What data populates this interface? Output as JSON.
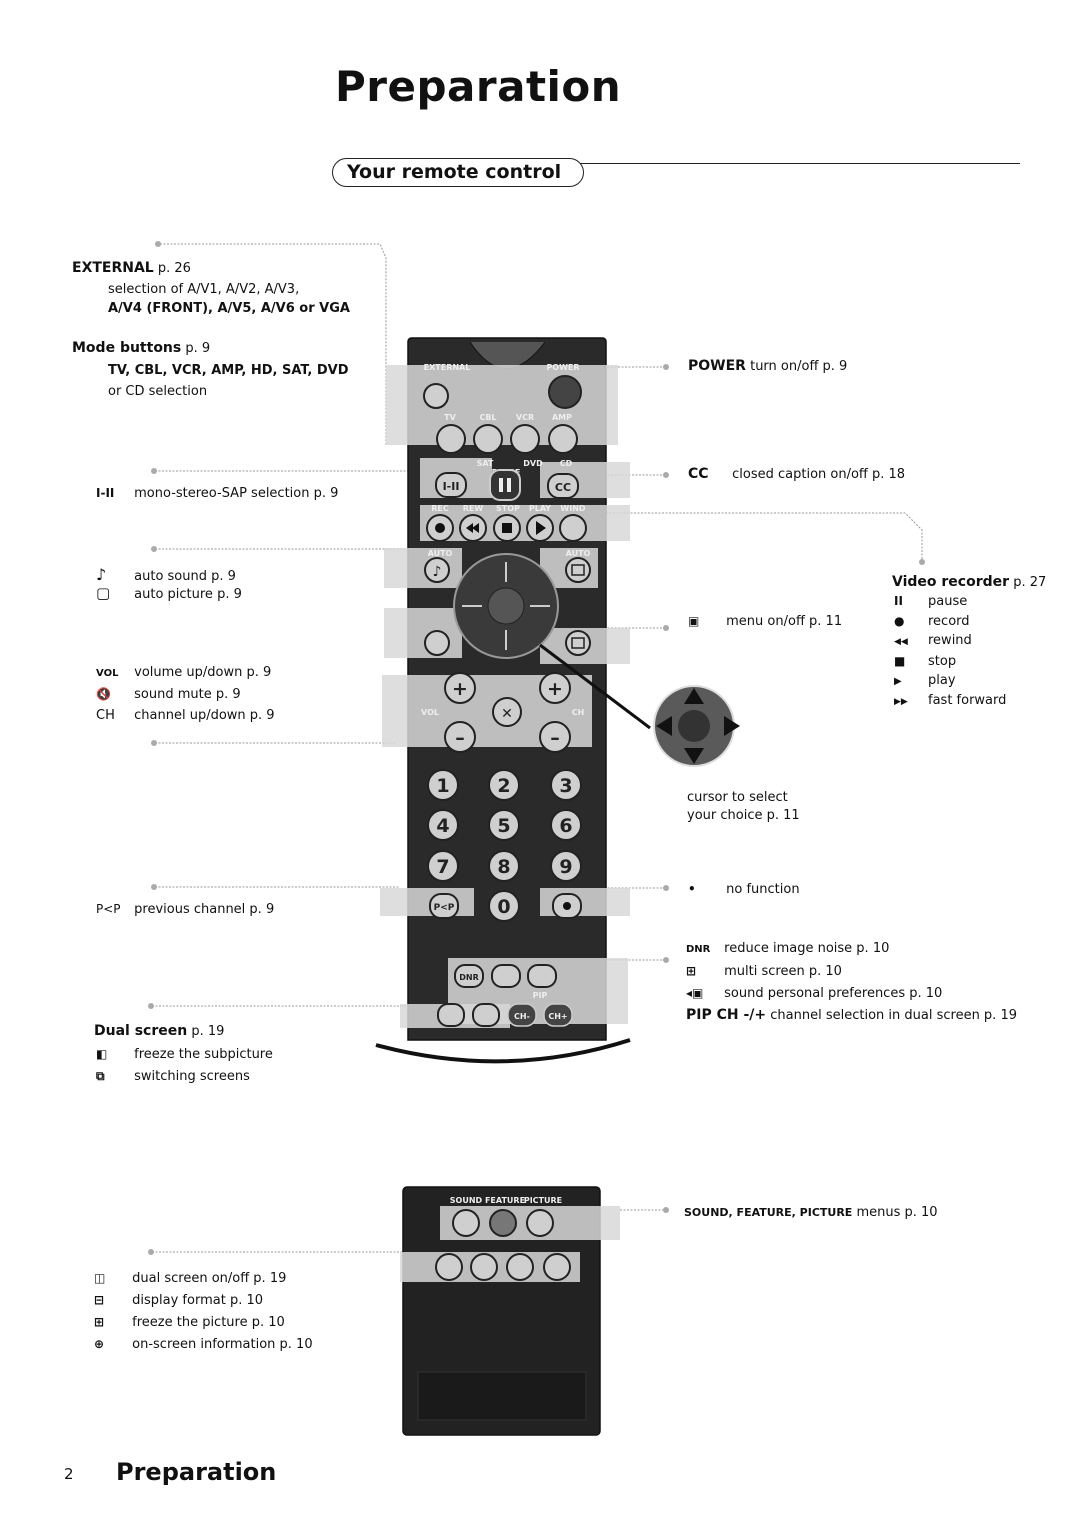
{
  "page_title": "Preparation",
  "section_title": "Your remote control",
  "left": {
    "external_head": "EXTERNAL",
    "external_page": "p. 26",
    "external_sel1": "selection of A/V1, A/V2, A/V3,",
    "external_sel2": "A/V4 (FRONT), A/V5, A/V6 or VGA",
    "mode_head": "Mode buttons",
    "mode_page": "p. 9",
    "mode_list": "TV, CBL, VCR, AMP, HD, SAT, DVD",
    "mode_sel": "or CD selection",
    "iii_sym": "I-II",
    "iii_text": "mono-stereo-SAP selection  p. 9",
    "auto_sound_sym": "♪",
    "auto_sound_text": "auto sound   p. 9",
    "auto_picture_sym": "▢",
    "auto_picture_text": "auto picture   p. 9",
    "vol_sym": "VOL",
    "vol_text": "volume up/down    p. 9",
    "mute_sym": "🔇",
    "mute_text": "sound mute    p. 9",
    "ch_sym": "CH",
    "ch_text": "channel up/down   p. 9",
    "pp_sym": "P<P",
    "pp_text": "previous channel    p. 9",
    "dual_head": "Dual screen",
    "dual_page": "p. 19",
    "dual_freeze": "freeze the subpicture",
    "dual_switch": "switching screens",
    "dual_onoff": "dual screen on/off   p. 19",
    "display_format": "display format   p. 10",
    "freeze_picture": "freeze the picture   p. 10",
    "onscreen_info": "on-screen information p. 10"
  },
  "right": {
    "power_head": "POWER",
    "power_text": "turn on/off   p. 9",
    "cc_head": "CC",
    "cc_text": "closed caption on/off   p. 18",
    "menu_text": "menu on/off   p. 11",
    "cursor_text1": "cursor to select",
    "cursor_text2": "your choice   p. 11",
    "nofunc_sym": "•",
    "nofunc_text": "no function",
    "dnr_sym": "DNR",
    "dnr_text": "reduce image noise   p. 10",
    "multi_text": "multi screen   p. 10",
    "spp_text": "sound personal preferences   p. 10",
    "pipch_head": "PIP CH -/+",
    "pipch_text": "channel selection in dual screen   p. 19",
    "sfp_head": "SOUND, FEATURE, PICTURE",
    "sfp_text": "menus   p. 10"
  },
  "video_recorder": {
    "head": "Video recorder",
    "page": "p. 27",
    "items": [
      {
        "sym": "II",
        "label": "pause"
      },
      {
        "sym": "●",
        "label": "record"
      },
      {
        "sym": "◀◀",
        "label": "rewind"
      },
      {
        "sym": "■",
        "label": "stop"
      },
      {
        "sym": "▶",
        "label": "play"
      },
      {
        "sym": "▶▶",
        "label": "fast forward"
      }
    ]
  },
  "remote_labels": {
    "external": "EXTERNAL",
    "power": "POWER",
    "tv": "TV",
    "cbl": "CBL",
    "vcr": "VCR",
    "amp": "AMP",
    "sat": "SAT",
    "pause": "PAUSE",
    "dvd": "DVD",
    "cd": "CD",
    "iii": "I-II",
    "cc": "CC",
    "rec": "REC",
    "rew": "REW",
    "stop": "STOP",
    "play": "PLAY",
    "wind": "WIND",
    "auto1": "AUTO",
    "auto2": "AUTO",
    "vol": "VOL",
    "ch": "CH",
    "pp": "P<P",
    "dnr": "DNR",
    "pip": "PIP",
    "chminus": "CH-",
    "chplus": "CH+",
    "sound": "SOUND",
    "feature": "FEATURE",
    "picture": "PICTURE",
    "digits": [
      "1",
      "2",
      "3",
      "4",
      "5",
      "6",
      "7",
      "8",
      "9",
      "0"
    ]
  },
  "footer": {
    "page_number": "2",
    "title": "Preparation"
  }
}
